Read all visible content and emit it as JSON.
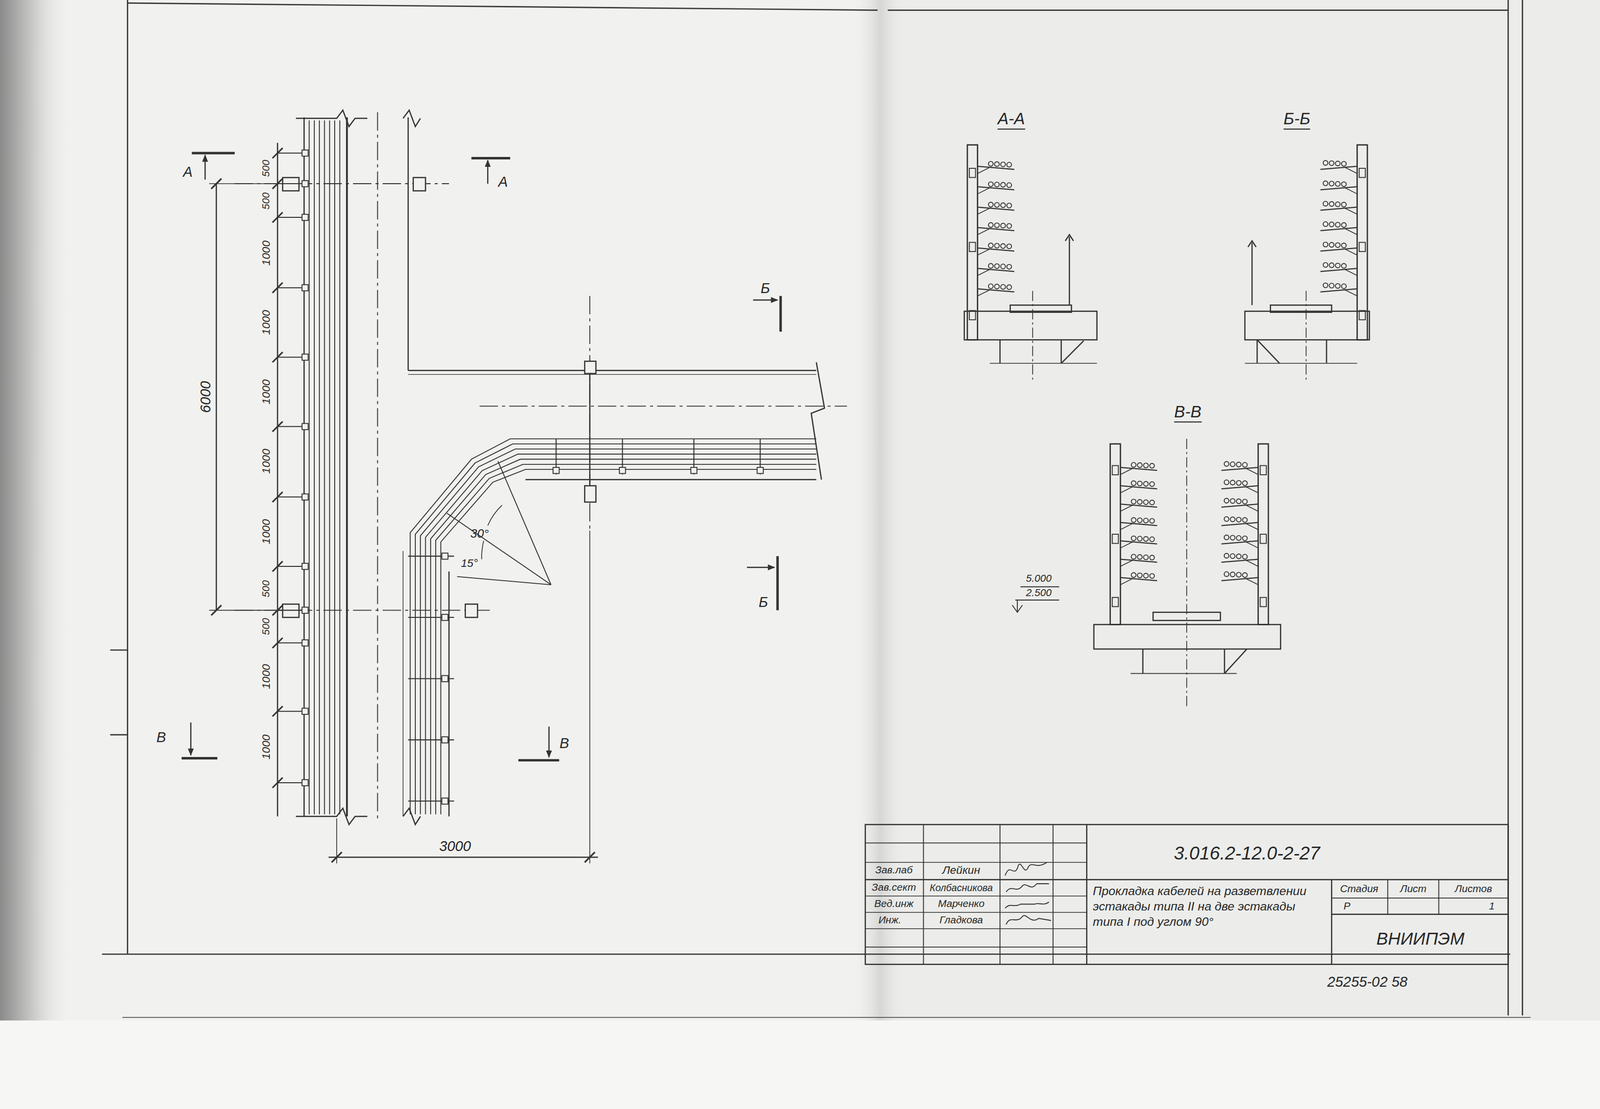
{
  "diagram": {
    "title": "Прокладка кабелей на разветвлении эстакады типа II на две эстакады типа I под углом 90°",
    "labels": [
      "А",
      "А",
      "Б",
      "Б",
      "В",
      "В",
      "500",
      "500",
      "1000",
      "1000",
      "1000",
      "1000",
      "1000",
      "500",
      "500",
      "1000",
      "1000",
      "6000",
      "3000",
      "30°",
      "15°",
      "А-А",
      "Б-Б",
      "В-В",
      "5.000",
      "2.500",
      "Зав.лаб",
      "Лейкин",
      "Зав.сект",
      "Колбасникова",
      "Вед.инж",
      "Марченко",
      "Инж.",
      "Гладкова",
      "3.016.2-12.0-2-27",
      "Стадия",
      "Лист",
      "Листов",
      "Р",
      "1",
      "ВНИИПЭМ",
      "25255-02 58"
    ]
  }
}
